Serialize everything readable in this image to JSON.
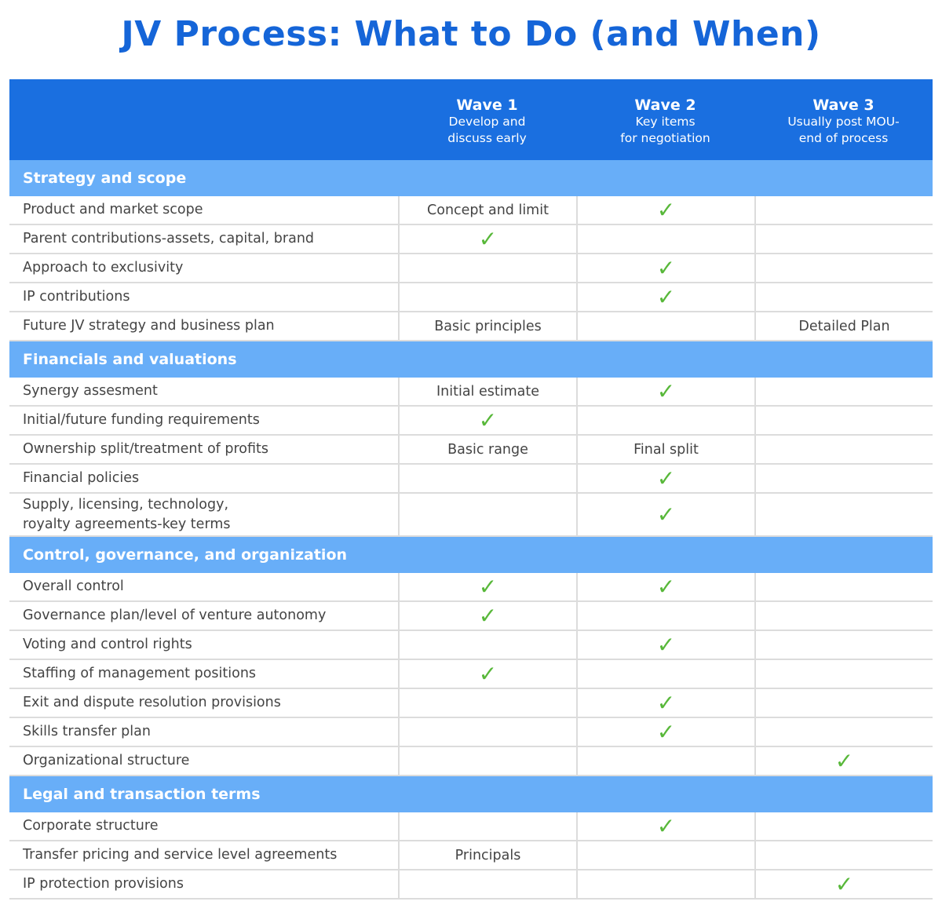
{
  "title": "JV Process: What to Do (and When)",
  "waves": [
    {
      "name": "Wave 1",
      "sub1": "Develop and",
      "sub2": "discuss early"
    },
    {
      "name": "Wave 2",
      "sub1": "Key items",
      "sub2": "for negotiation"
    },
    {
      "name": "Wave 3",
      "sub1": "Usually post MOU-",
      "sub2": "end of process"
    }
  ],
  "check_color": "#58b83a",
  "check_icon": "checkmark-icon",
  "sections": [
    {
      "title": "Strategy and scope",
      "rows": [
        {
          "label": "Product and market scope",
          "w1": "Concept and limit",
          "w2": "✓",
          "w3": ""
        },
        {
          "label": "Parent contributions-assets, capital, brand",
          "w1": "✓",
          "w2": "",
          "w3": ""
        },
        {
          "label": "Approach to exclusivity",
          "w1": "",
          "w2": "✓",
          "w3": ""
        },
        {
          "label": "IP contributions",
          "w1": "",
          "w2": "✓",
          "w3": ""
        },
        {
          "label": "Future JV strategy and business plan",
          "w1": "Basic principles",
          "w2": "",
          "w3": "Detailed Plan"
        }
      ]
    },
    {
      "title": "Financials and valuations",
      "rows": [
        {
          "label": "Synergy assesment",
          "w1": "Initial estimate",
          "w2": "✓",
          "w3": ""
        },
        {
          "label": "Initial/future funding requirements",
          "w1": "✓",
          "w2": "",
          "w3": ""
        },
        {
          "label": "Ownership split/treatment of profits",
          "w1": "Basic range",
          "w2": "Final split",
          "w3": ""
        },
        {
          "label": "Financial policies",
          "w1": "",
          "w2": "✓",
          "w3": ""
        },
        {
          "label": "Supply, licensing, technology,\nroyalty agreements-key terms",
          "w1": "",
          "w2": "✓",
          "w3": ""
        }
      ]
    },
    {
      "title": "Control, governance, and organization",
      "rows": [
        {
          "label": "Overall control",
          "w1": "✓",
          "w2": "✓",
          "w3": ""
        },
        {
          "label": "Governance plan/level of venture autonomy",
          "w1": "✓",
          "w2": "",
          "w3": ""
        },
        {
          "label": "Voting and control rights",
          "w1": "",
          "w2": "✓",
          "w3": ""
        },
        {
          "label": "Staffing of management positions",
          "w1": "✓",
          "w2": "",
          "w3": ""
        },
        {
          "label": "Exit and dispute resolution provisions",
          "w1": "",
          "w2": "✓",
          "w3": ""
        },
        {
          "label": "Skills transfer plan",
          "w1": "",
          "w2": "✓",
          "w3": ""
        },
        {
          "label": "Organizational structure",
          "w1": "",
          "w2": "",
          "w3": "✓"
        }
      ]
    },
    {
      "title": "Legal and transaction terms",
      "rows": [
        {
          "label": "Corporate structure",
          "w1": "",
          "w2": "✓",
          "w3": ""
        },
        {
          "label": "Transfer pricing and service level agreements",
          "w1": "Principals",
          "w2": "",
          "w3": ""
        },
        {
          "label": "IP protection provisions",
          "w1": "",
          "w2": "",
          "w3": "✓"
        }
      ]
    }
  ]
}
